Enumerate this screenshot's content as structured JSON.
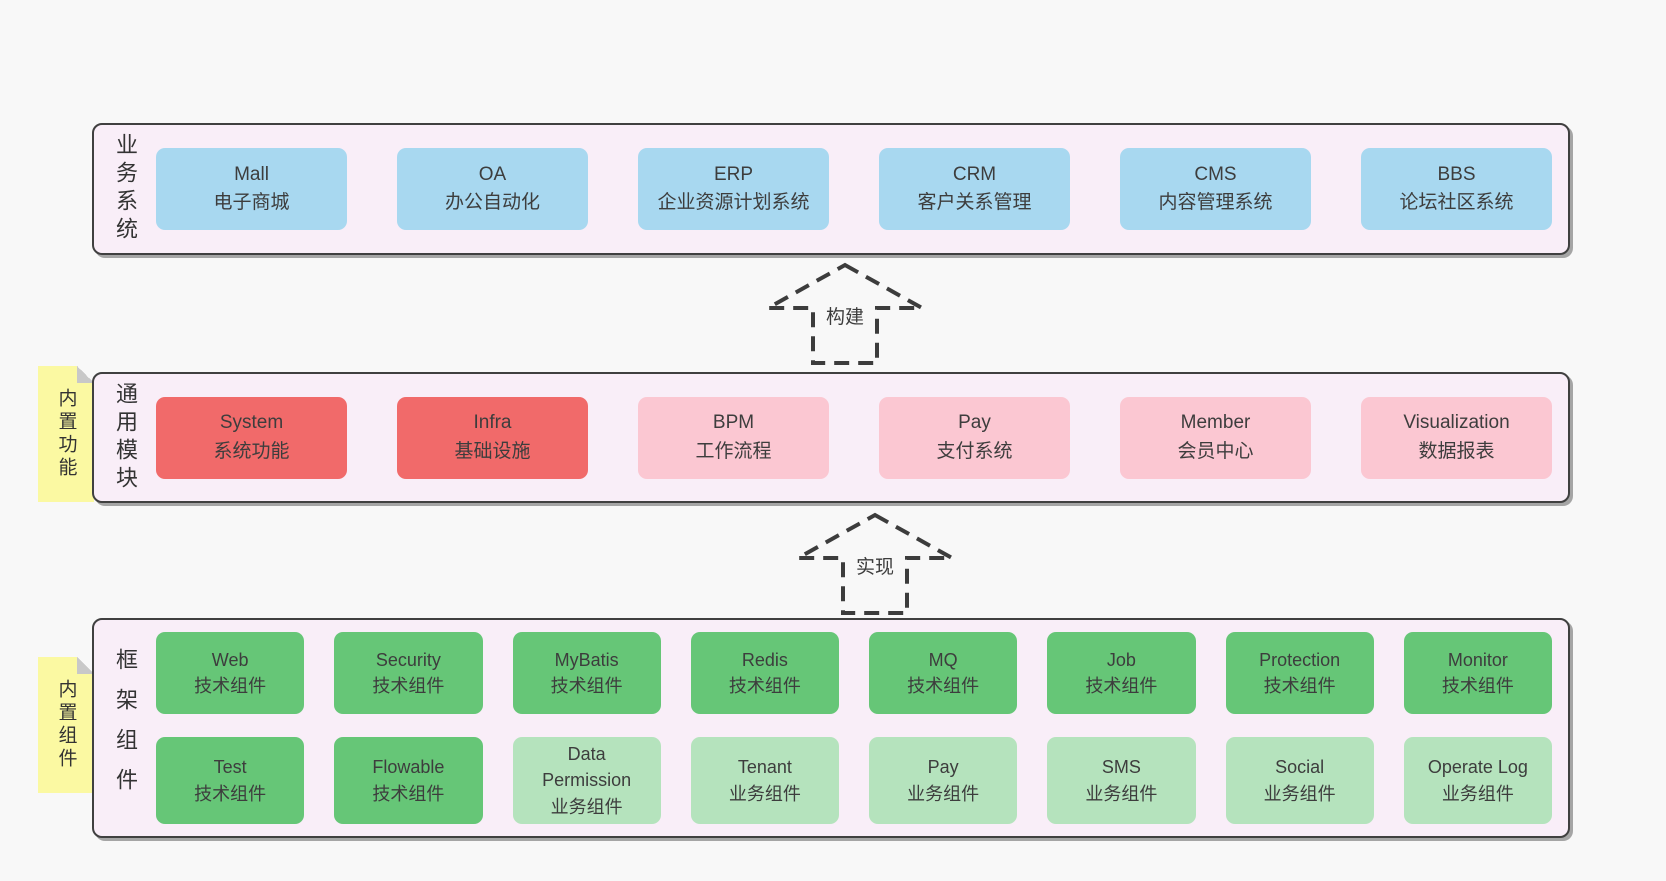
{
  "page": {
    "background": "#f8f8f8"
  },
  "palette": {
    "container_bg": "#f9eef8",
    "container_border": "#404040",
    "text": "#3d3d3d",
    "blue": "#a8d8f0",
    "red": "#f16a6a",
    "pink": "#fbc7d2",
    "green": "#66c677",
    "light_green": "#b5e3bd",
    "note_yellow": "#fbf9a2",
    "note_fold_gray": "#c8c8c8"
  },
  "layers": [
    {
      "label": "业务系统",
      "boxes": [
        {
          "name": "Mall",
          "desc": "电子商城",
          "type": "blue"
        },
        {
          "name": "OA",
          "desc": "办公自动化",
          "type": "blue"
        },
        {
          "name": "ERP",
          "desc": "企业资源计划系统",
          "type": "blue"
        },
        {
          "name": "CRM",
          "desc": "客户关系管理",
          "type": "blue"
        },
        {
          "name": "CMS",
          "desc": "内容管理系统",
          "type": "blue"
        },
        {
          "name": "BBS",
          "desc": "论坛社区系统",
          "type": "blue"
        }
      ]
    },
    {
      "label": "通用模块",
      "note": "内置功能",
      "boxes": [
        {
          "name": "System",
          "desc": "系统功能",
          "type": "red"
        },
        {
          "name": "Infra",
          "desc": "基础设施",
          "type": "red"
        },
        {
          "name": "BPM",
          "desc": "工作流程",
          "type": "pink"
        },
        {
          "name": "Pay",
          "desc": "支付系统",
          "type": "pink"
        },
        {
          "name": "Member",
          "desc": "会员中心",
          "type": "pink"
        },
        {
          "name": "Visualization",
          "desc": "数据报表",
          "type": "pink"
        }
      ]
    },
    {
      "label": "框架组件",
      "note": "内置组件",
      "boxes": [
        {
          "name": "Web",
          "desc": "技术组件",
          "type": "green"
        },
        {
          "name": "Security",
          "desc": "技术组件",
          "type": "green"
        },
        {
          "name": "MyBatis",
          "desc": "技术组件",
          "type": "green"
        },
        {
          "name": "Redis",
          "desc": "技术组件",
          "type": "green"
        },
        {
          "name": "MQ",
          "desc": "技术组件",
          "type": "green"
        },
        {
          "name": "Job",
          "desc": "技术组件",
          "type": "green"
        },
        {
          "name": "Protection",
          "desc": "技术组件",
          "type": "green"
        },
        {
          "name": "Monitor",
          "desc": "技术组件",
          "type": "green"
        },
        {
          "name": "Test",
          "desc": "技术组件",
          "type": "green"
        },
        {
          "name": "Flowable",
          "desc": "技术组件",
          "type": "green"
        },
        {
          "name": "Data Permission",
          "desc": "业务组件",
          "type": "lightgreen"
        },
        {
          "name": "Tenant",
          "desc": "业务组件",
          "type": "lightgreen"
        },
        {
          "name": "Pay",
          "desc": "业务组件",
          "type": "lightgreen"
        },
        {
          "name": "SMS",
          "desc": "业务组件",
          "type": "lightgreen"
        },
        {
          "name": "Social",
          "desc": "业务组件",
          "type": "lightgreen"
        },
        {
          "name": "Operate Log",
          "desc": "业务组件",
          "type": "lightgreen"
        }
      ]
    }
  ],
  "arrows": [
    {
      "label": "构建"
    },
    {
      "label": "实现"
    }
  ]
}
